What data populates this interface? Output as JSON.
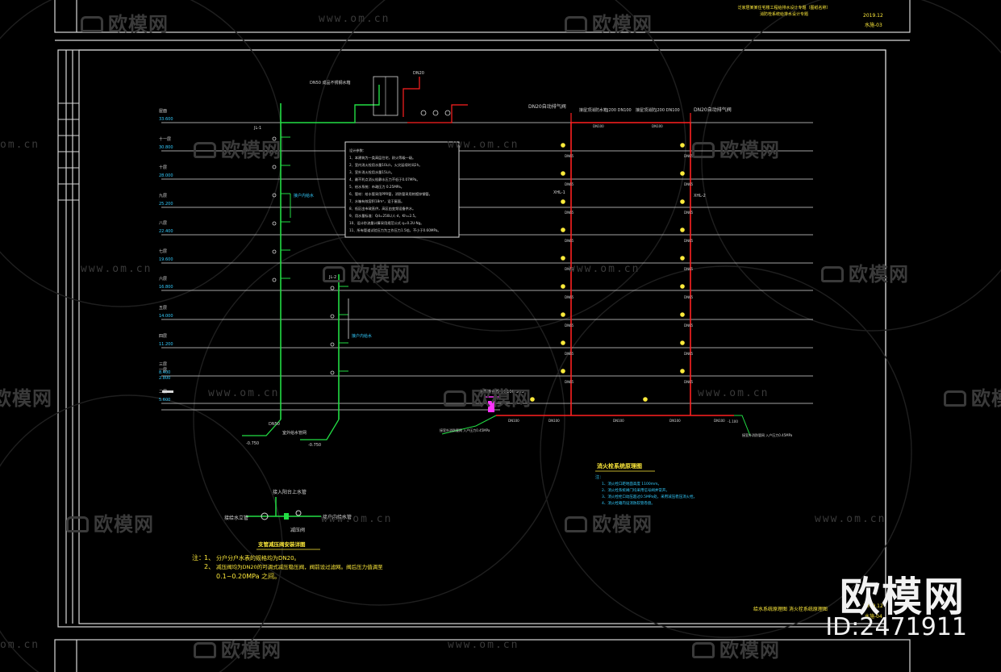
{
  "watermark": {
    "brand": "欧模网",
    "url": "www.om.cn",
    "url_partial": "om.cn",
    "id_label": "ID:2471911"
  },
  "sheet": {
    "title_block_top_line1": "泛家居某某住宅楼工程给排水设计专题（图纸名称）",
    "title_block_top_line2": "消防栓系统给排水设计专题",
    "date_top": "2019.12",
    "sheet_no_top": "水施-03",
    "title_block_bottom_right": "给水系统原理图  消火栓系统原理图",
    "date_bottom": "2019.12",
    "sheet_no_bottom": "水施-04"
  },
  "floors": [
    {
      "label": "屋面",
      "elev": "33.600"
    },
    {
      "label": "十一层",
      "elev": "30.800"
    },
    {
      "label": "十层",
      "elev": "28.000"
    },
    {
      "label": "九层",
      "elev": "25.200"
    },
    {
      "label": "八层",
      "elev": "22.400"
    },
    {
      "label": "七层",
      "elev": "19.600"
    },
    {
      "label": "六层",
      "elev": "16.800"
    },
    {
      "label": "五层",
      "elev": "14.000"
    },
    {
      "label": "四层",
      "elev": "11.200"
    },
    {
      "label": "三层",
      "elev": "8.400"
    },
    {
      "label": "二层",
      "elev": "5.600"
    },
    {
      "label": "一层",
      "elev": "2.800"
    }
  ],
  "water_supply": {
    "riser_1": "JL-1",
    "riser_2": "JL-2",
    "pipe_dn": "DN50",
    "high_zone_label": "接户内给水",
    "low_zone_label": "接户内给水",
    "inlet_label": "室外给水管网",
    "inlet_elev_1": "-0.750",
    "inlet_elev_2": "-0.750",
    "tank_label": "DN50 成品不锈钢水箱",
    "meter_label": "DN20"
  },
  "fire_hydrant": {
    "riser_1": "XHL-1",
    "riser_2": "XHL-2",
    "top_exhaust_left": "DN20自动排气阀",
    "top_exhaust_right": "DN20自动排气阀",
    "top_pipe_left": "接屋顶消防水箱J200 DN100",
    "top_pipe_right": "接屋顶消防J200 DN100",
    "pipe_dn": "DN100",
    "pipe_dn_branch": "DN65",
    "adapter_label": "水泵接合器 DN100 SQS",
    "outdoor_left": "接室外消防管网 入户压力0.45MPa",
    "outdoor_right": "接室外消防管网 入户压力0.45MPa",
    "outdoor_elev": "-1.100",
    "diagram_title": "消火栓系统原理图",
    "notes_title": "注：",
    "notes": [
      "1、消火栓口距地面高度 1100mm。",
      "2、消火栓系统阀门均采用信号阀并常开。",
      "3、消火栓栓口动压超过0.5MPa处，采用减压稳压消火栓。",
      "4、消火栓箱内设消防软管卷盘。"
    ]
  },
  "info_box": {
    "lines": [
      "设计参数：",
      "1、本建筑为一类高层住宅，耐火等级一级。",
      "2、室内消火栓用水量10L/s，火灾延续时间2h。",
      "3、室外消火栓用水量15L/s。",
      "4、最不利点消火栓静水压力不低于0.07MPa。",
      "5、给水系统：市政压力 0.25MPa。",
      "6、管材：给水管采用PPR管，消防管采用热镀锌钢管。",
      "7、水箱有效容积18m³，设于屋面。",
      "8、低区由市政直供，高区由变频设备供水。",
      "9、用水量标准：Qd=250L/人·d，Kh=2.5。",
      "10、设计秒流量计算采用规范公式 q=0.2U·Ng。",
      "11、所有管道试验压力为工作压力1.5倍，不小于0.60MPa。"
    ]
  },
  "detail": {
    "top_label": "接入阳台上水管",
    "left_label": "接给水立管",
    "right_label": "接户内给水管",
    "bottom_label": "减压阀",
    "title": "支管减压阀安装详图",
    "notes_title": "注：",
    "note_1_num": "1、",
    "note_1": "分户分户水表的规格均为DN20。",
    "note_2_num": "2、",
    "note_2": "减压阀均为DN20的可调式减压稳压阀，阀前设过滤网。阀后压力值调至",
    "note_3": "0.1~0.20MPa 之间。"
  }
}
